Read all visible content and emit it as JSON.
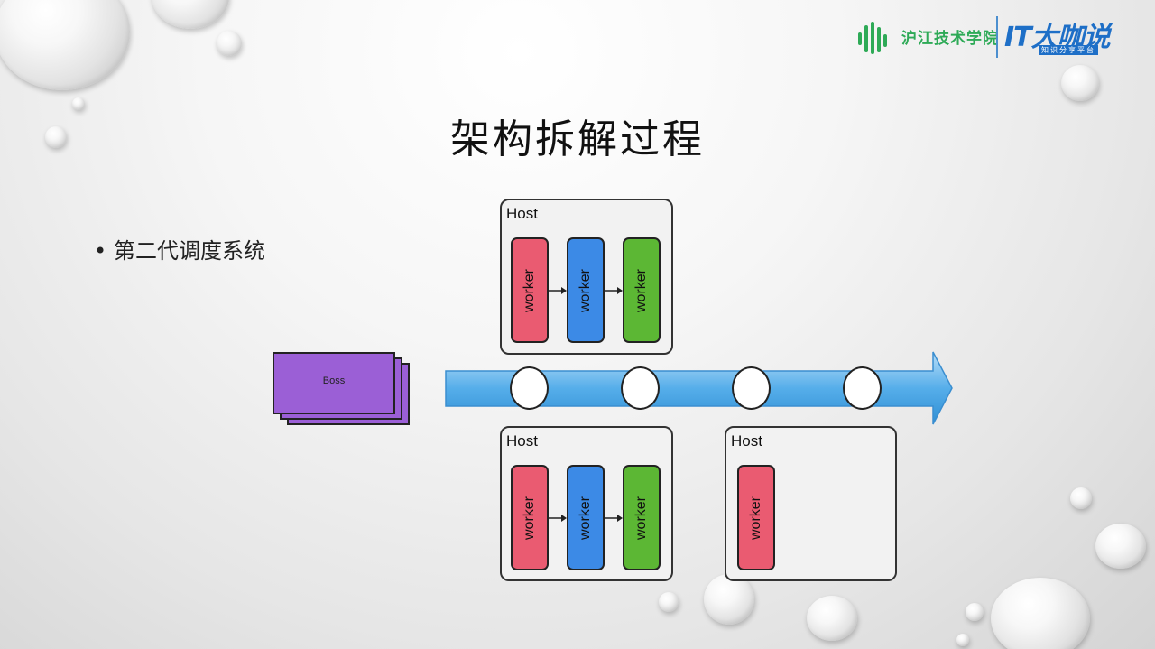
{
  "logo": {
    "brand_cn": "沪江技术学院",
    "it_title": "IT大咖说",
    "it_subtitle": "知识分享平台"
  },
  "slide": {
    "title": "架构拆解过程",
    "bullet": "第二代调度系统"
  },
  "diagram": {
    "boss_label": "Boss",
    "hosts": [
      {
        "label": "Host",
        "workers": [
          "worker",
          "worker",
          "worker"
        ]
      },
      {
        "label": "Host",
        "workers": [
          "worker",
          "worker",
          "worker"
        ]
      },
      {
        "label": "Host",
        "workers": [
          "worker"
        ]
      }
    ],
    "colors": {
      "worker_red": "#ea5b71",
      "worker_blue": "#3c8ae6",
      "worker_green": "#5cb734",
      "boss": "#9b5fd6",
      "pipeline": "#56aeea"
    }
  }
}
